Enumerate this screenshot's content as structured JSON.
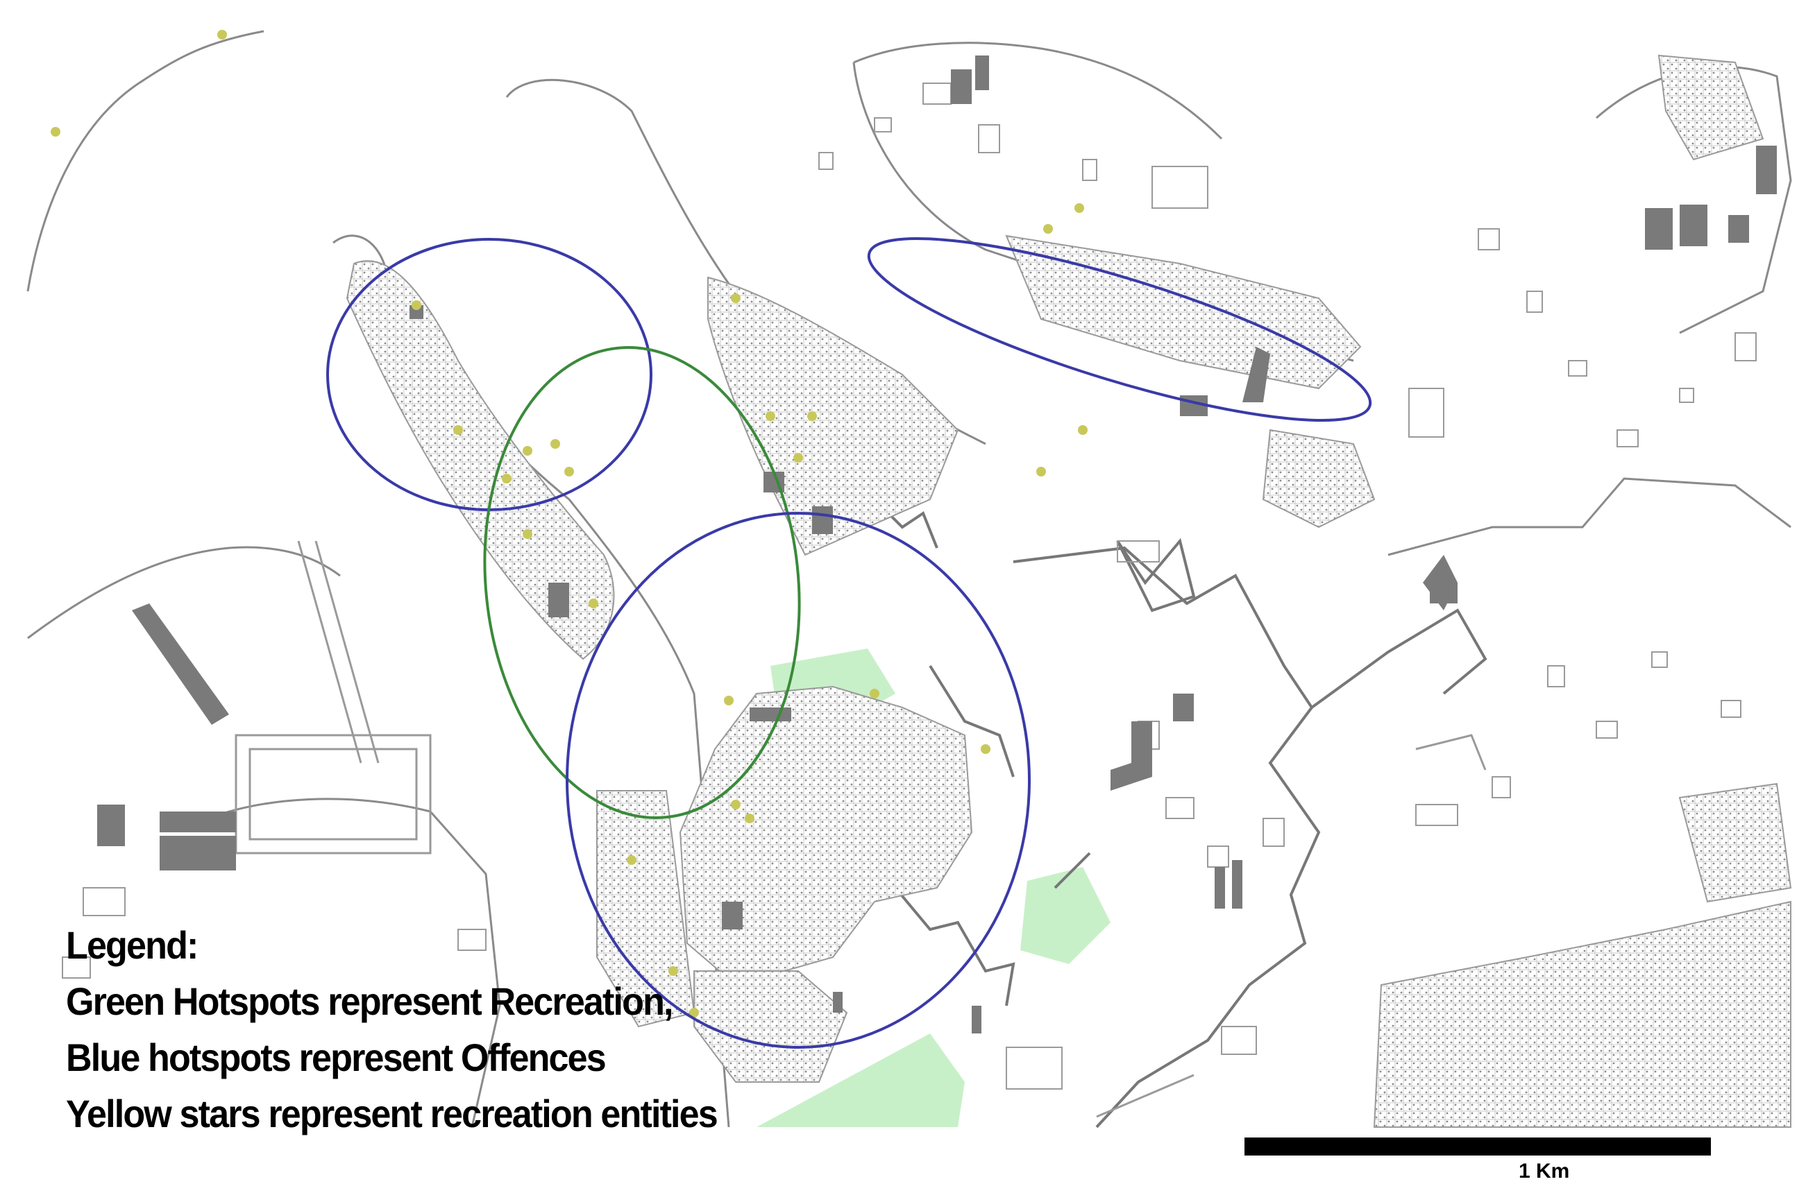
{
  "legend": {
    "title": "Legend:",
    "lines": [
      "Green Hotspots represent Recreation,",
      "Blue hotspots represent Offences",
      "Yellow stars represent recreation entities"
    ]
  },
  "scale_bar": {
    "label": "1 Km"
  },
  "colors": {
    "background": "#ffffff",
    "map_line": "#8a8a8a",
    "building": "#7a7a7a",
    "park": "#c8f0c8",
    "offence_hotspot": "#3a3aa8",
    "recreation_hotspot": "#3a8a3a",
    "recreation_entity": "#c8c85a",
    "scale_bar": "#000000"
  }
}
